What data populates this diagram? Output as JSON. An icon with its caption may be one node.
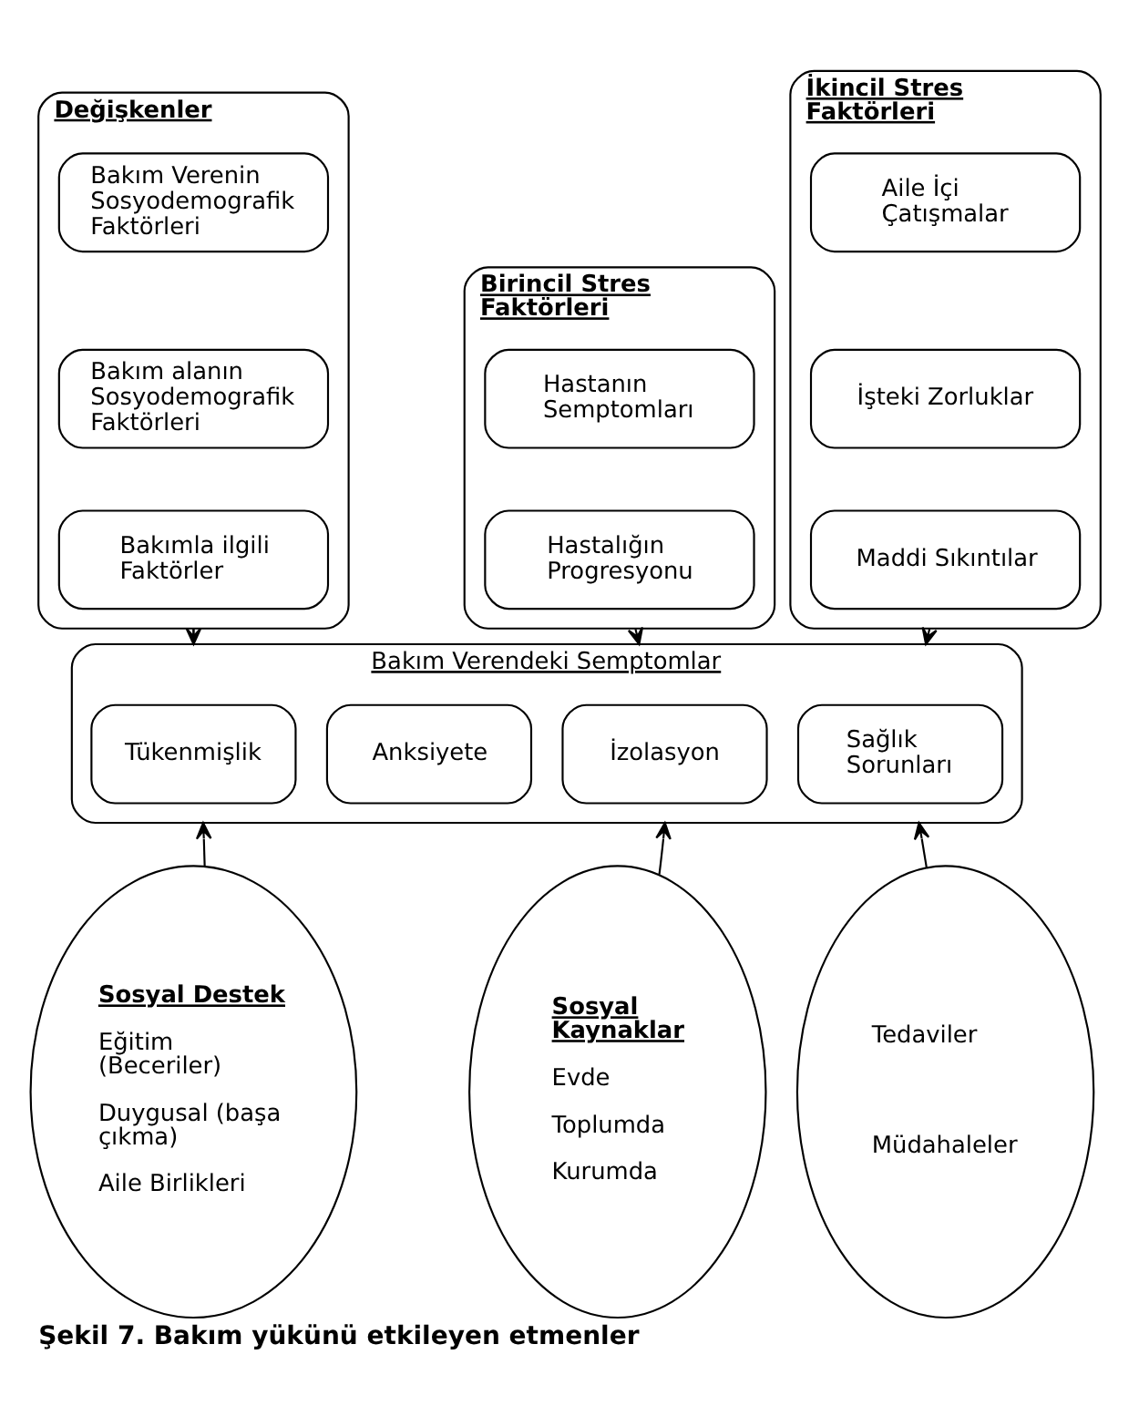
{
  "diagram": {
    "caption": "Şekil 7. Bakım yükünü etkileyen etmenler",
    "nodes": [
      {
        "text": [
          "Değişkenler"
        ]
      },
      {
        "text": [
          "Bakım Verenin Sosyodemografik Faktörleri"
        ],
        "in": 0
      },
      {
        "text": [
          "Bakım alanın Sosyodemografik Faktörleri"
        ],
        "in": 0
      },
      {
        "text": [
          "Bakımla ilgili Faktörler"
        ],
        "in": 0
      },
      {
        "text": [
          "Birincil Stres Faktörleri"
        ]
      },
      {
        "text": [
          "Hastanın Semptomları"
        ],
        "in": 4
      },
      {
        "text": [
          "Hastalığın Progresyonu"
        ],
        "in": 4
      },
      {
        "text": [
          "İkincil Stres Faktörleri"
        ]
      },
      {
        "text": [
          "Aile İçi Çatışmalar"
        ],
        "in": 7
      },
      {
        "text": [
          "İşteki Zorluklar"
        ],
        "in": 7
      },
      {
        "text": [
          "Maddi Sıkıntılar"
        ],
        "in": 7
      },
      {
        "text": [
          "Bakım Verendeki Semptomlar"
        ]
      },
      {
        "text": [
          "Tükenmişlik"
        ],
        "in": 11
      },
      {
        "text": [
          "Anksiyete"
        ],
        "in": 11
      },
      {
        "text": [
          "İzolasyon"
        ],
        "in": 11
      },
      {
        "text": [
          "Sağlık Sorunları"
        ],
        "in": 11
      },
      {
        "text": [
          "Sosyal Destek",
          "Eğitim (Beceriler)",
          "Duygusal (başa çıkma)",
          "Aile Birlikleri"
        ]
      },
      {
        "text": [
          "Sosyal Kaynaklar",
          "Evde",
          "Toplumda",
          "Kurumda"
        ]
      },
      {
        "text": [
          "Tedaviler",
          "Müdahaleler"
        ]
      }
    ],
    "edges": [
      {
        "from": 0,
        "to": 11,
        "arrow": "to"
      },
      {
        "from": 4,
        "to": 11,
        "arrow": "to"
      },
      {
        "from": 7,
        "to": 11,
        "arrow": "to"
      },
      {
        "from": 16,
        "to": 11,
        "arrow": "to"
      },
      {
        "from": 17,
        "to": 11,
        "arrow": "to"
      },
      {
        "from": 18,
        "to": 11,
        "arrow": "to"
      }
    ]
  }
}
